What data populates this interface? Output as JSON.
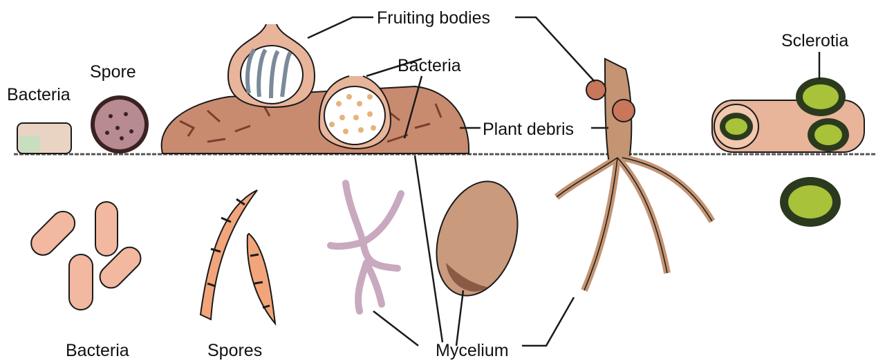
{
  "labels": {
    "bacteria_top": "Bacteria",
    "spore": "Spore",
    "fruiting_bodies": "Fruiting bodies",
    "bacteria_mid": "Bacteria",
    "plant_debris": "Plant debris",
    "sclerotia": "Sclerotia",
    "bacteria_bottom": "Bacteria",
    "spores": "Spores",
    "mycelium": "Mycelium"
  },
  "colors": {
    "soil_line": "#555555",
    "debris_fill": "#c98b6f",
    "debris_dark": "#7a3f2c",
    "bacteria_pink": "#f2b8a0",
    "bacteria_green": "#b9d8b0",
    "spore_dark": "#4a2a2a",
    "hypha": "#c9a9c0",
    "potato": "#c99a7c",
    "root": "#c49473",
    "sclerotia_green": "#a8c23a",
    "sclerotia_dark": "#2b3a1e"
  },
  "icons": [
    "bacteria-cell",
    "spore-ball",
    "fruiting-body",
    "soil-debris-mound",
    "spore-banded",
    "mycelium-hypha",
    "potato-tuber",
    "plant-stem-root",
    "sclerotium"
  ]
}
